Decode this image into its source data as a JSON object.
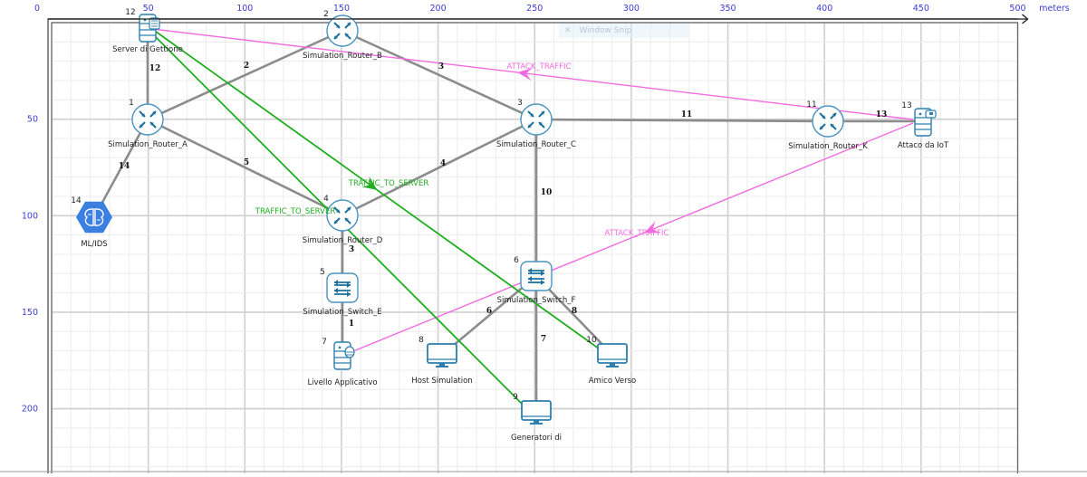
{
  "canvas": {
    "unit_label": "meters",
    "x_ticks": [
      "0",
      "50",
      "100",
      "150",
      "200",
      "250",
      "300",
      "350",
      "400",
      "450",
      "500"
    ],
    "y_ticks": [
      "50",
      "100",
      "150",
      "200"
    ],
    "x_range_m": [
      0,
      500
    ],
    "y_range_m": [
      0,
      230
    ],
    "colors": {
      "axis_text": "#3b3bd6",
      "grid_minor": "#ececec",
      "grid_major": "#cfcfcf",
      "link": "#8c8c8c",
      "attack_flow": "#f26ce0",
      "server_flow": "#1fae1f",
      "device_stroke": "#2a7fb0",
      "mlids_fill": "#3b7fe0"
    }
  },
  "overlay": {
    "snip_label": "Window Snip",
    "snip_icon": "close-icon"
  },
  "nodes": [
    {
      "id": "1",
      "name": "Simulation_Router_A",
      "type": "router",
      "x_m": 50,
      "y_m": 50
    },
    {
      "id": "2",
      "name": "Simulation_Router_B",
      "type": "router",
      "x_m": 150,
      "y_m": 0
    },
    {
      "id": "3",
      "name": "Simulation_Router_C",
      "type": "router",
      "x_m": 250,
      "y_m": 50
    },
    {
      "id": "4",
      "name": "Simulation_Router_D",
      "type": "router",
      "x_m": 150,
      "y_m": 100
    },
    {
      "id": "5",
      "name": "Simulation_Switch_E",
      "type": "switch",
      "x_m": 150,
      "y_m": 135
    },
    {
      "id": "6",
      "name": "Simulation_Switch_F",
      "type": "switch",
      "x_m": 250,
      "y_m": 130
    },
    {
      "id": "7",
      "name": "Livello Applicativo",
      "type": "db-server",
      "x_m": 150,
      "y_m": 170
    },
    {
      "id": "8",
      "name": "Host Simulation",
      "type": "desktop",
      "x_m": 200,
      "y_m": 170
    },
    {
      "id": "9",
      "name": "Generatori di",
      "type": "desktop",
      "x_m": 250,
      "y_m": 200
    },
    {
      "id": "10",
      "name": "Amico Verso",
      "type": "desktop",
      "x_m": 290,
      "y_m": 170
    },
    {
      "id": "11",
      "name": "Simulation_Router_K",
      "type": "router",
      "x_m": 400,
      "y_m": 50
    },
    {
      "id": "12",
      "name": "Server di Gettione",
      "type": "server",
      "x_m": 50,
      "y_m": 0
    },
    {
      "id": "13",
      "name": "Attaco da IoT",
      "type": "iot-server",
      "x_m": 450,
      "y_m": 50
    },
    {
      "id": "14",
      "name": "ML/IDS",
      "type": "ml",
      "x_m": 13,
      "y_m": 100
    }
  ],
  "links": [
    {
      "id": "12",
      "from": "12",
      "to": "1"
    },
    {
      "id": "2",
      "from": "1",
      "to": "2"
    },
    {
      "id": "3",
      "from": "2",
      "to": "3"
    },
    {
      "id": "5",
      "from": "1",
      "to": "4"
    },
    {
      "id": "4",
      "from": "4",
      "to": "3"
    },
    {
      "id": "14",
      "from": "1",
      "to": "14"
    },
    {
      "id": "11",
      "from": "3",
      "to": "11"
    },
    {
      "id": "13",
      "from": "11",
      "to": "13"
    },
    {
      "id": "10",
      "from": "3",
      "to": "6"
    },
    {
      "id": "3",
      "from": "4",
      "to": "5"
    },
    {
      "id": "1",
      "from": "5",
      "to": "7"
    },
    {
      "id": "6",
      "from": "6",
      "to": "8"
    },
    {
      "id": "7",
      "from": "6",
      "to": "9"
    },
    {
      "id": "8",
      "from": "6",
      "to": "10"
    }
  ],
  "flows": [
    {
      "label": "ATTACK_TRAFFIC",
      "from": "13",
      "to": "12",
      "kind": "attack"
    },
    {
      "label": "ATTACK_TRAFFIC",
      "from": "13",
      "to": "7",
      "kind": "attack"
    },
    {
      "label": "TRAFFIC_TO_SERVER",
      "from": "12",
      "to": "10",
      "kind": "server"
    },
    {
      "label": "TRAFFIC_TO_SERVER",
      "from": "12",
      "to": "9",
      "kind": "server"
    }
  ]
}
